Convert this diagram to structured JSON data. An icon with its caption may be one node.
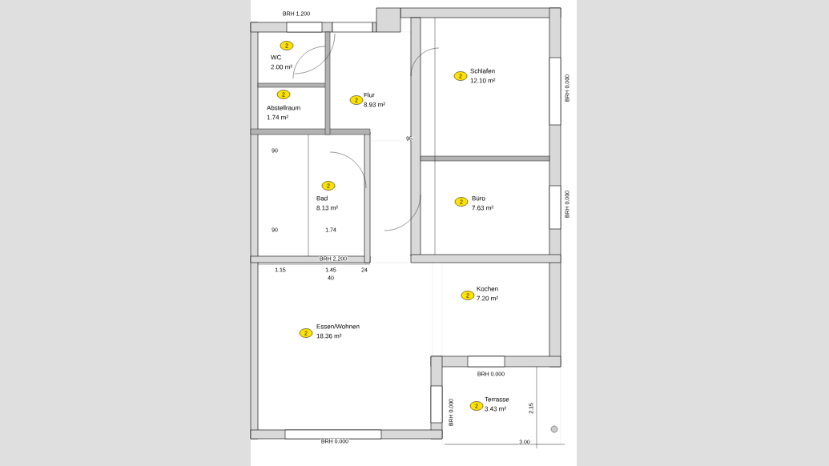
{
  "diagram": {
    "nodes": [
      {
        "text": [
          "WC",
          "2.00 m²"
        ]
      },
      {
        "text": [
          "2"
        ],
        "in": 0
      },
      {
        "text": [
          "Abstellraum",
          "1.74 m²"
        ]
      },
      {
        "text": [
          "2"
        ],
        "in": 2
      },
      {
        "text": [
          "Flur",
          "8.93 m²"
        ]
      },
      {
        "text": [
          "2"
        ],
        "in": 4
      },
      {
        "text": [
          "Schlafen",
          "12.10 m²"
        ]
      },
      {
        "text": [
          "2"
        ],
        "in": 6
      },
      {
        "text": [
          "Bad",
          "8.13 m²"
        ]
      },
      {
        "text": [
          "2"
        ],
        "in": 8
      },
      {
        "text": [
          "Büro",
          "7.63 m²"
        ]
      },
      {
        "text": [
          "2"
        ],
        "in": 10
      },
      {
        "text": [
          "Kochen",
          "7.20 m²"
        ]
      },
      {
        "text": [
          "2"
        ],
        "in": 12
      },
      {
        "text": [
          "Essen/Wohnen",
          "18.36 m²"
        ]
      },
      {
        "text": [
          "2"
        ],
        "in": 14
      },
      {
        "text": [
          "Terrasse",
          "3.43 m²"
        ]
      },
      {
        "text": [
          "2"
        ],
        "in": 16
      }
    ],
    "labels": [
      "BRH 1.200",
      "BRH 0.000",
      "95",
      "90",
      "BRH 0.000",
      "90",
      "1.74",
      "BRH 2.200",
      "1.15",
      "1.45",
      "24",
      "40",
      "BRH 0.000",
      "BRH 0.000",
      "2.15",
      "BRH 0.000",
      "3.00"
    ]
  }
}
